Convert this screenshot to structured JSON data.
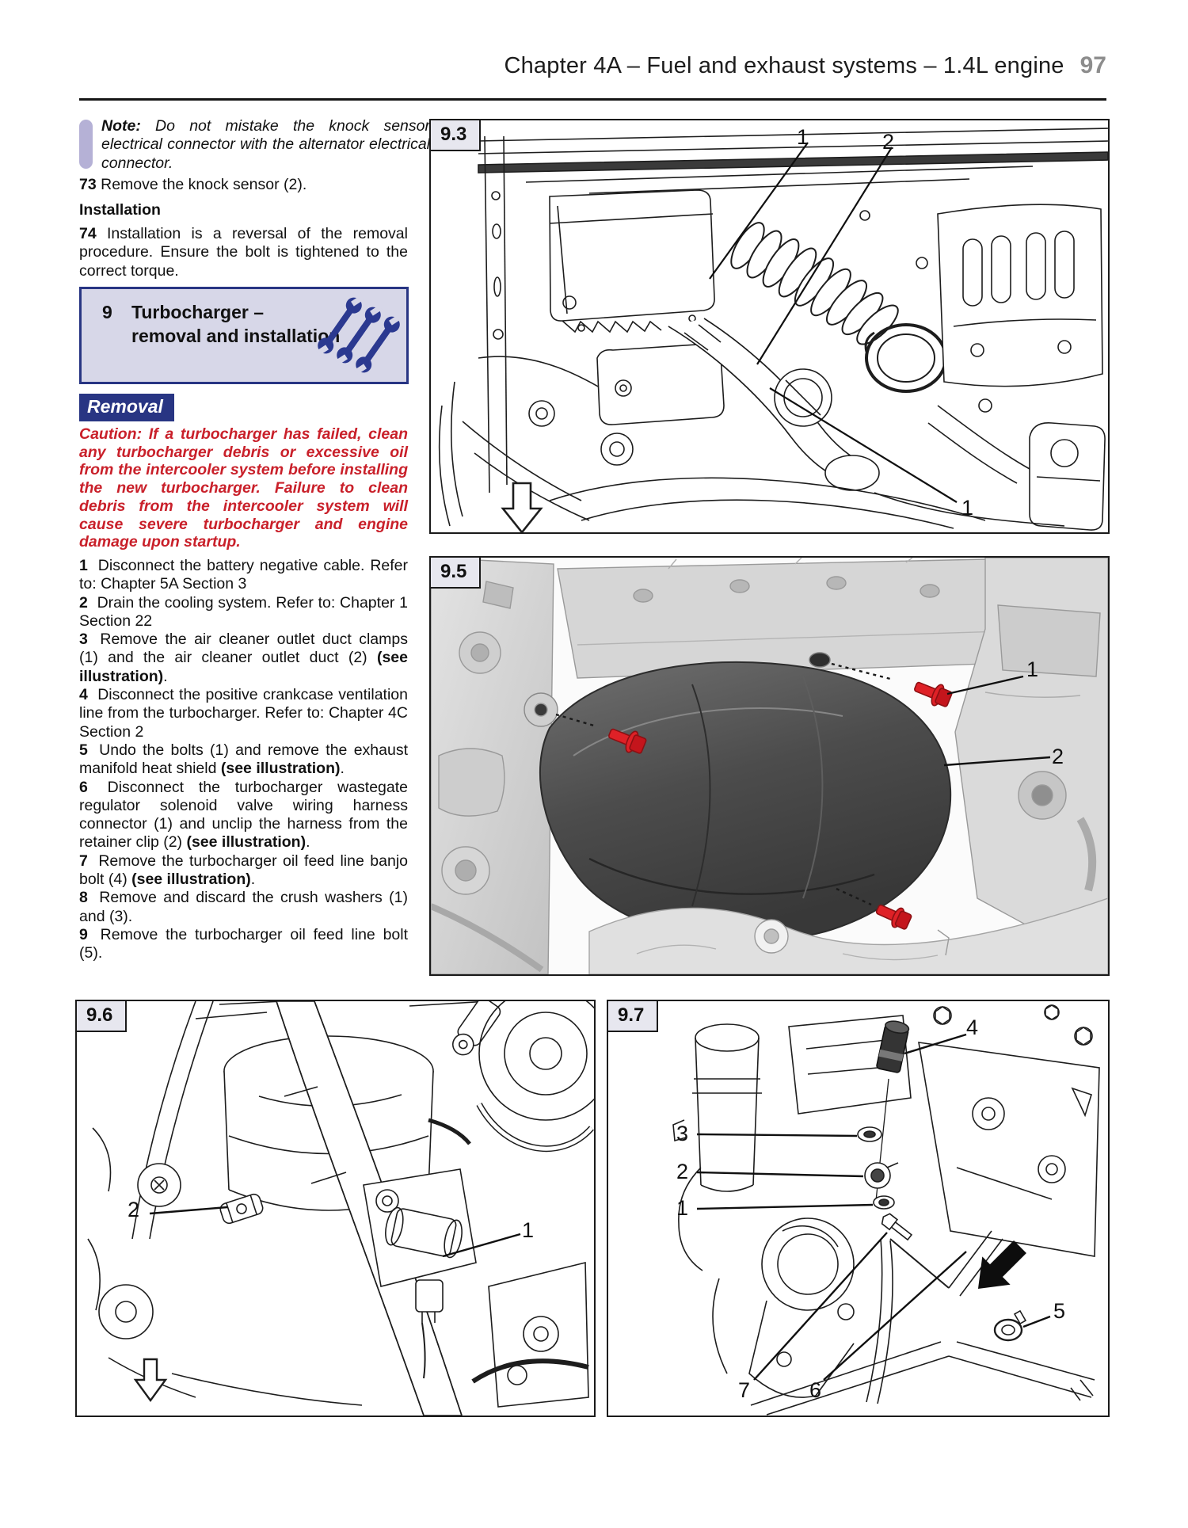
{
  "header": {
    "title": "Chapter 4A – Fuel and exhaust systems – 1.4L engine",
    "page_number": "97"
  },
  "note": {
    "label": "Note:",
    "text": " Do not mistake the knock sensor electrical connector with the alternator electrical connector."
  },
  "step_73": {
    "num": "73",
    "text": "Remove the knock sensor (2)."
  },
  "installation": {
    "heading": "Installation",
    "step_num": "74",
    "step_text": "Installation is a reversal of the removal procedure. Ensure the bolt is tightened to the correct torque."
  },
  "section9": {
    "number": "9",
    "title_line1": "Turbocharger –",
    "title_line2": "removal and installation",
    "icon": "wrench-icons",
    "accent_color": "#283583",
    "fill_color": "#d7d7e8"
  },
  "removal_heading": "Removal",
  "caution": {
    "color": "#c9202a",
    "text": "Caution: If a turbocharger has failed, clean any turbocharger debris or excessive oil from the intercooler system before installing the new turbocharger. Failure to clean debris from the intercooler system will cause severe turbocharger and engine damage upon startup."
  },
  "removal_steps": [
    {
      "num": "1",
      "text": "Disconnect the battery negative cable. Refer to: Chapter 5A Section 3"
    },
    {
      "num": "2",
      "text": "Drain the cooling system. Refer to: Chapter 1 Section 22"
    },
    {
      "num": "3",
      "text": "Remove the air cleaner outlet duct clamps (1) and the air cleaner outlet duct (2) ",
      "bold": "(see illustration)",
      "suffix": "."
    },
    {
      "num": "4",
      "text": "Disconnect the positive crankcase ventilation line from the turbocharger. Refer to: Chapter 4C Section 2"
    },
    {
      "num": "5",
      "text": "Undo the bolts (1) and remove the exhaust manifold heat shield ",
      "bold": "(see illustration)",
      "suffix": "."
    },
    {
      "num": "6",
      "text": "Disconnect the turbocharger wastegate regulator solenoid valve wiring harness connector (1) and unclip the harness from the retainer clip (2) ",
      "bold": "(see illustration)",
      "suffix": "."
    },
    {
      "num": "7",
      "text": "Remove the turbocharger oil feed line banjo bolt (4) ",
      "bold": "(see illustration)",
      "suffix": "."
    },
    {
      "num": "8",
      "text": "Remove and discard the crush washers (1) and (3)."
    },
    {
      "num": "9",
      "text": "Remove the turbocharger oil feed line bolt (5)."
    }
  ],
  "figures": {
    "f93": {
      "id": "9.3",
      "callouts": {
        "top1": "1",
        "top2": "2",
        "bottom1": "1"
      }
    },
    "f95": {
      "id": "9.5",
      "callouts": {
        "c1": "1",
        "c2": "2"
      },
      "bolt_color": "#df2127"
    },
    "f96": {
      "id": "9.6",
      "callouts": {
        "c2": "2",
        "c1": "1"
      }
    },
    "f97": {
      "id": "9.7",
      "callouts": {
        "c4": "4",
        "c3": "3",
        "c2": "2",
        "c1": "1",
        "c5": "5",
        "c7": "7",
        "c6": "6"
      }
    }
  },
  "colors": {
    "accent_navy": "#283583",
    "caution_red": "#c9202a",
    "note_bar_lavender": "#b5b1d6",
    "section_fill": "#d7d7e8",
    "page_number_gray": "#8d8d8d",
    "bolt_red": "#df2127"
  }
}
